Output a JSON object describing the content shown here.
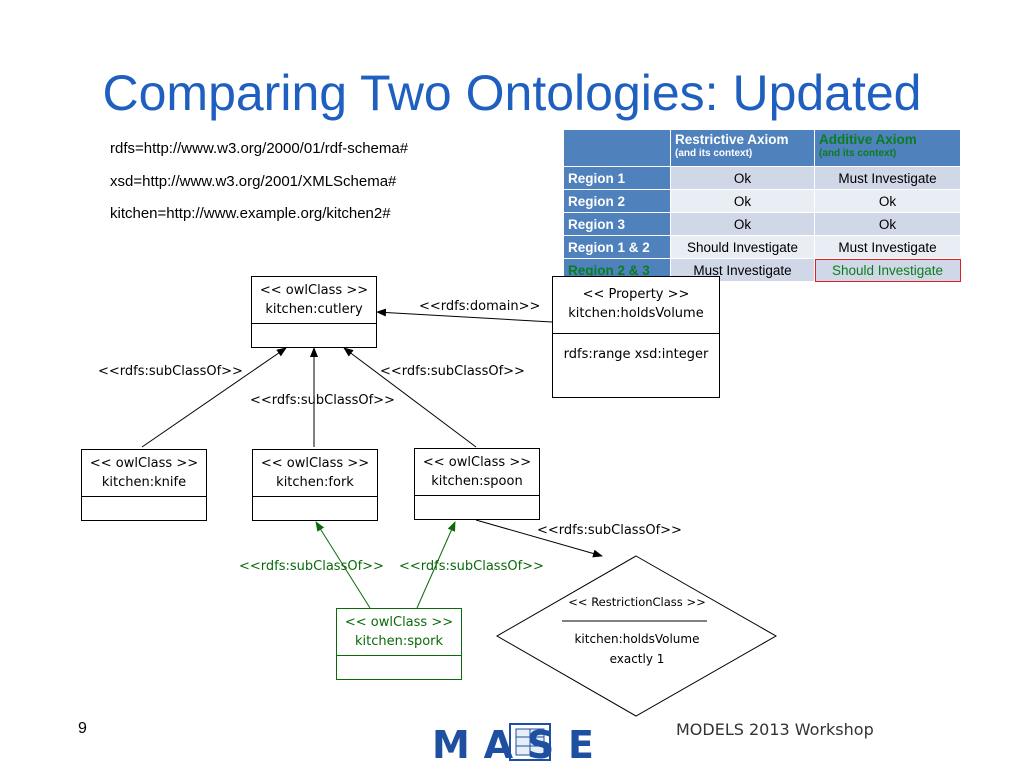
{
  "slide": {
    "title": "Comparing Two Ontologies: Updated",
    "page_number": "9",
    "footer": "MODELS 2013 Workshop",
    "logo_text": "MASE"
  },
  "namespaces": [
    "rdfs=http://www.w3.org/2000/01/rdf-schema#",
    "xsd=http://www.w3.org/2001/XMLSchema#",
    "kitchen=http://www.example.org/kitchen2#"
  ],
  "table": {
    "col1_title": "Restrictive Axiom",
    "col1_sub": "(and its context)",
    "col2_title": "Additive Axiom",
    "col2_sub": "(and its context)",
    "rows": [
      {
        "region": "Region 1",
        "restrictive": "Ok",
        "additive": "Must Investigate"
      },
      {
        "region": "Region 2",
        "restrictive": "Ok",
        "additive": "Ok"
      },
      {
        "region": "Region 3",
        "restrictive": "Ok",
        "additive": "Ok"
      },
      {
        "region": "Region 1 & 2",
        "restrictive": "Should Investigate",
        "additive": "Must Investigate"
      },
      {
        "region": "Region 2 & 3",
        "restrictive": "Must Investigate",
        "additive": "Should Investigate"
      }
    ]
  },
  "diagram": {
    "cutlery": {
      "stereotype": "<< owlClass >>",
      "name": "kitchen:cutlery"
    },
    "property": {
      "stereotype": "<< Property >>",
      "name": "kitchen:holdsVolume",
      "range": "rdfs:range xsd:integer"
    },
    "knife": {
      "stereotype": "<< owlClass >>",
      "name": "kitchen:knife"
    },
    "fork": {
      "stereotype": "<< owlClass >>",
      "name": "kitchen:fork"
    },
    "spoon": {
      "stereotype": "<< owlClass >>",
      "name": "kitchen:spoon"
    },
    "spork": {
      "stereotype": "<< owlClass >>",
      "name": "kitchen:spork"
    },
    "restriction": {
      "stereotype": "<< RestrictionClass >>",
      "line1": "kitchen:holdsVolume",
      "line2": "exactly 1"
    },
    "labels": {
      "domain": "<<rdfs:domain>>",
      "subclass_knife": "<<rdfs:subClassOf>>",
      "subclass_fork": "<<rdfs:subClassOf>>",
      "subclass_spoon": "<<rdfs:subClassOf>>",
      "subclass_restriction": "<<rdfs:subClassOf>>",
      "subclass_spork_fork": "<<rdfs:subClassOf>>",
      "subclass_spork_spoon": "<<rdfs:subClassOf>>"
    }
  },
  "colors": {
    "title_blue": "#1f5fbf",
    "table_header": "#4f81bd",
    "additive_green": "#0a7d1d",
    "spork_green": "#0a6a0a"
  }
}
